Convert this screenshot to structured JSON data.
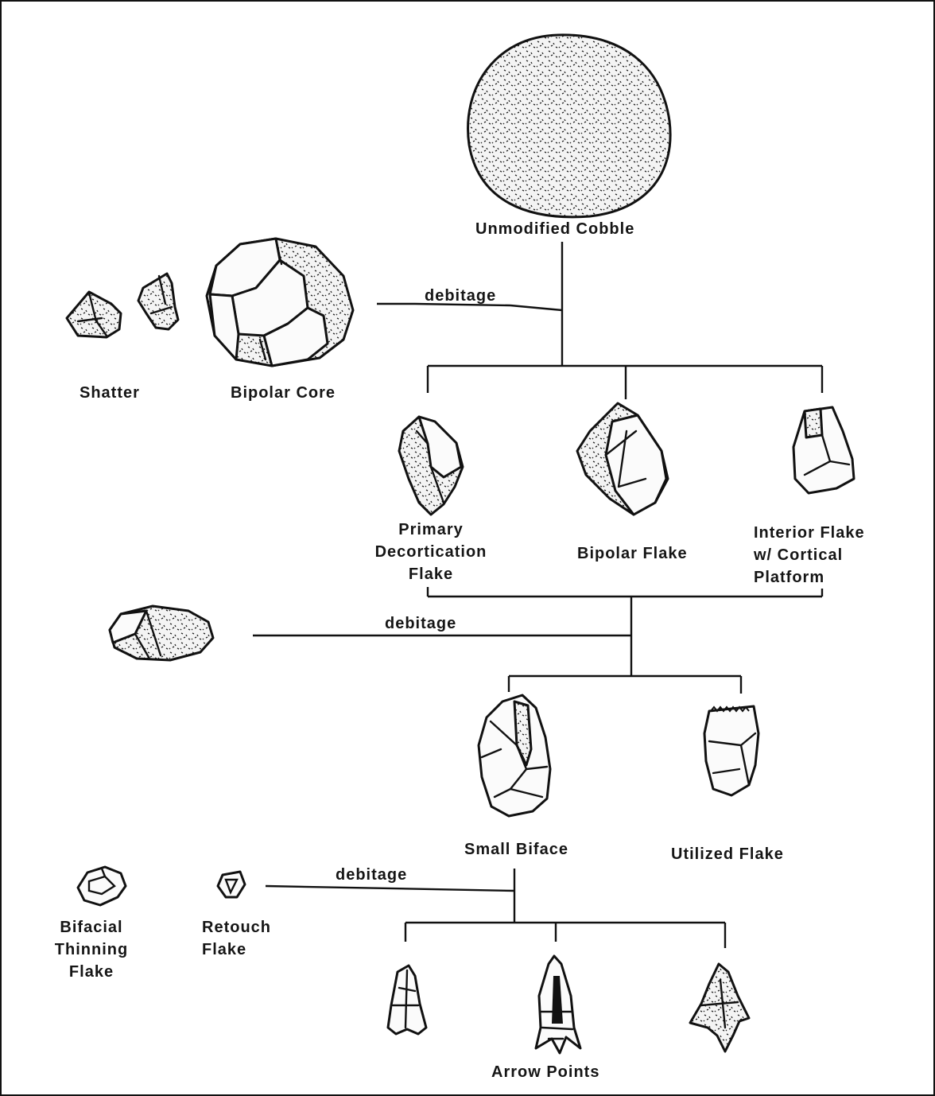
{
  "labels": {
    "unmodified_cobble": "Unmodified Cobble",
    "debitage_1": "debitage",
    "shatter": "Shatter",
    "bipolar_core": "Bipolar Core",
    "primary_decortication_flake": [
      "Primary",
      "Decortication",
      "Flake"
    ],
    "bipolar_flake": "Bipolar Flake",
    "interior_flake": [
      "Interior Flake",
      "w/ Cortical",
      "Platform"
    ],
    "debitage_2": "debitage",
    "small_biface": "Small Biface",
    "utilized_flake": "Utilized Flake",
    "debitage_3": "debitage",
    "bifacial_thinning_flake": [
      "Bifacial",
      "Thinning",
      "Flake"
    ],
    "retouch_flake": [
      "Retouch",
      "Flake"
    ],
    "arrow_points": "Arrow Points"
  },
  "colors": {
    "ink": "#111111",
    "paper": "#ffffff"
  }
}
